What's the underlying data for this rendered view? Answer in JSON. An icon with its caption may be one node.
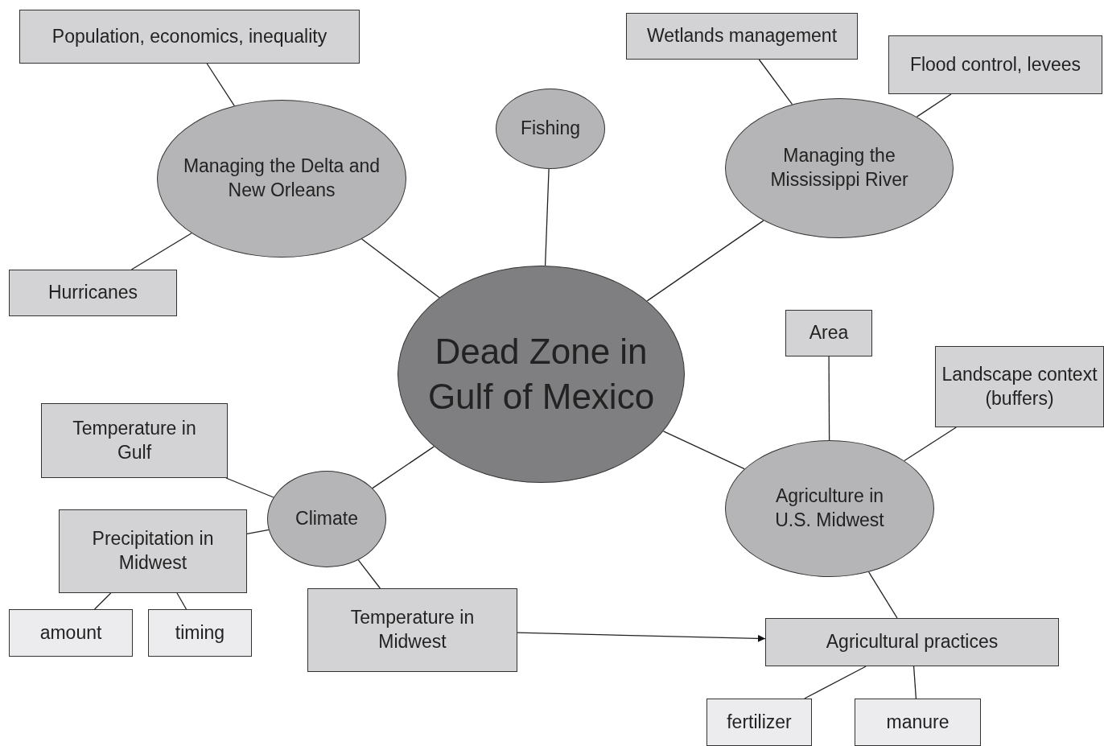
{
  "diagram": {
    "nodes": [
      {
        "text": [
          "Dead Zone in Gulf of Mexico"
        ]
      },
      {
        "text": [
          "Managing the Delta and New Orleans"
        ]
      },
      {
        "text": [
          "Population, economics, inequality"
        ]
      },
      {
        "text": [
          "Hurricanes"
        ]
      },
      {
        "text": [
          "Fishing"
        ]
      },
      {
        "text": [
          "Managing the Mississippi River"
        ]
      },
      {
        "text": [
          "Wetlands management"
        ]
      },
      {
        "text": [
          "Flood control, levees"
        ]
      },
      {
        "text": [
          "Area"
        ]
      },
      {
        "text": [
          "Landscape context (buffers)"
        ]
      },
      {
        "text": [
          "Agriculture in U.S. Midwest"
        ]
      },
      {
        "text": [
          "Agricultural practices"
        ]
      },
      {
        "text": [
          "fertilizer"
        ]
      },
      {
        "text": [
          "manure"
        ]
      },
      {
        "text": [
          "Climate"
        ]
      },
      {
        "text": [
          "Temperature in Gulf"
        ]
      },
      {
        "text": [
          "Precipitation in Midwest"
        ]
      },
      {
        "text": [
          "amount"
        ]
      },
      {
        "text": [
          "timing"
        ]
      },
      {
        "text": [
          "Temperature in Midwest"
        ]
      }
    ],
    "edges": [
      {
        "from": 0,
        "to": 1,
        "arrow": "none"
      },
      {
        "from": 1,
        "to": 2,
        "arrow": "none"
      },
      {
        "from": 1,
        "to": 3,
        "arrow": "none"
      },
      {
        "from": 0,
        "to": 4,
        "arrow": "none"
      },
      {
        "from": 0,
        "to": 5,
        "arrow": "none"
      },
      {
        "from": 5,
        "to": 6,
        "arrow": "none"
      },
      {
        "from": 5,
        "to": 7,
        "arrow": "none"
      },
      {
        "from": 0,
        "to": 10,
        "arrow": "none"
      },
      {
        "from": 10,
        "to": 8,
        "arrow": "none"
      },
      {
        "from": 10,
        "to": 9,
        "arrow": "none"
      },
      {
        "from": 10,
        "to": 11,
        "arrow": "none"
      },
      {
        "from": 11,
        "to": 12,
        "arrow": "none"
      },
      {
        "from": 11,
        "to": 13,
        "arrow": "none"
      },
      {
        "from": 0,
        "to": 14,
        "arrow": "none"
      },
      {
        "from": 14,
        "to": 15,
        "arrow": "none"
      },
      {
        "from": 14,
        "to": 16,
        "arrow": "none"
      },
      {
        "from": 16,
        "to": 17,
        "arrow": "none"
      },
      {
        "from": 16,
        "to": 18,
        "arrow": "none"
      },
      {
        "from": 14,
        "to": 19,
        "arrow": "none"
      },
      {
        "from": 19,
        "to": 11,
        "arrow": "to"
      }
    ]
  }
}
